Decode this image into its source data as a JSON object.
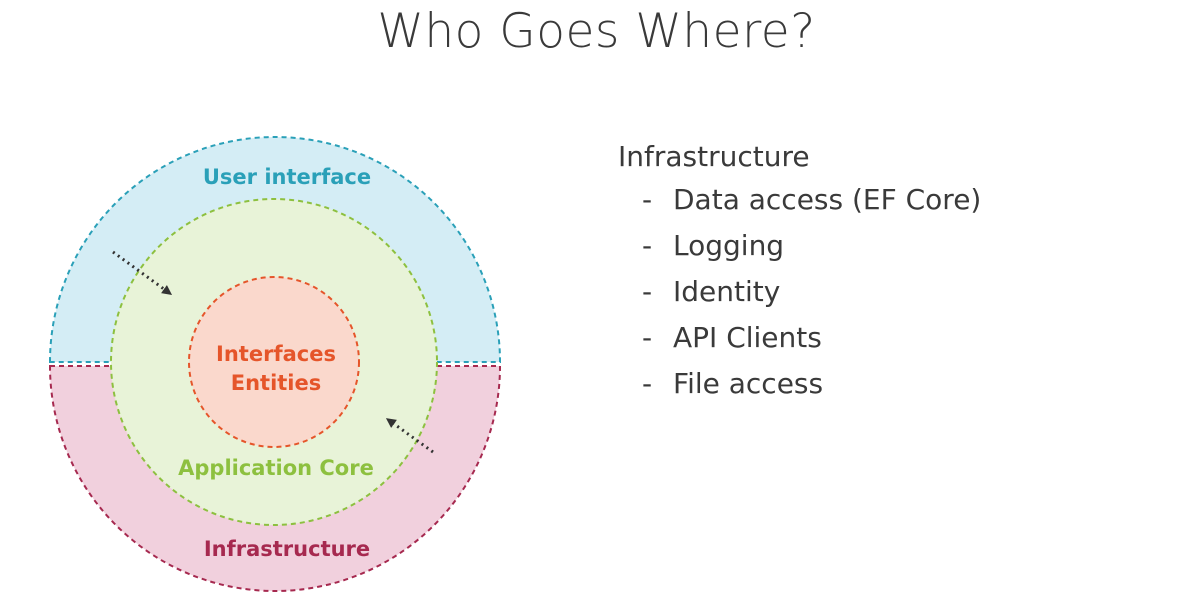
{
  "title": "Who Goes Where?",
  "diagram": {
    "layers": {
      "user_interface": "User interface",
      "application_core": "Application Core",
      "core_line1": "Interfaces",
      "core_line2": "Entities",
      "infrastructure": "Infrastructure"
    },
    "colors": {
      "ui_fill": "#d4edf5",
      "ui_stroke": "#2aa0b8",
      "ui_text": "#2aa0b8",
      "infra_fill": "#f1d0dd",
      "infra_stroke": "#a6294f",
      "infra_text": "#a6294f",
      "app_fill": "#e8f3d8",
      "app_stroke": "#8dc03f",
      "app_text": "#8dc03f",
      "core_fill": "#fad8cc",
      "core_stroke": "#e5552a",
      "core_text": "#e5552a",
      "arrow": "#333333"
    }
  },
  "bullets": {
    "heading": "Infrastructure",
    "dash": "-",
    "items": [
      "Data access (EF Core)",
      "Logging",
      "Identity",
      "API Clients",
      "File access"
    ]
  }
}
